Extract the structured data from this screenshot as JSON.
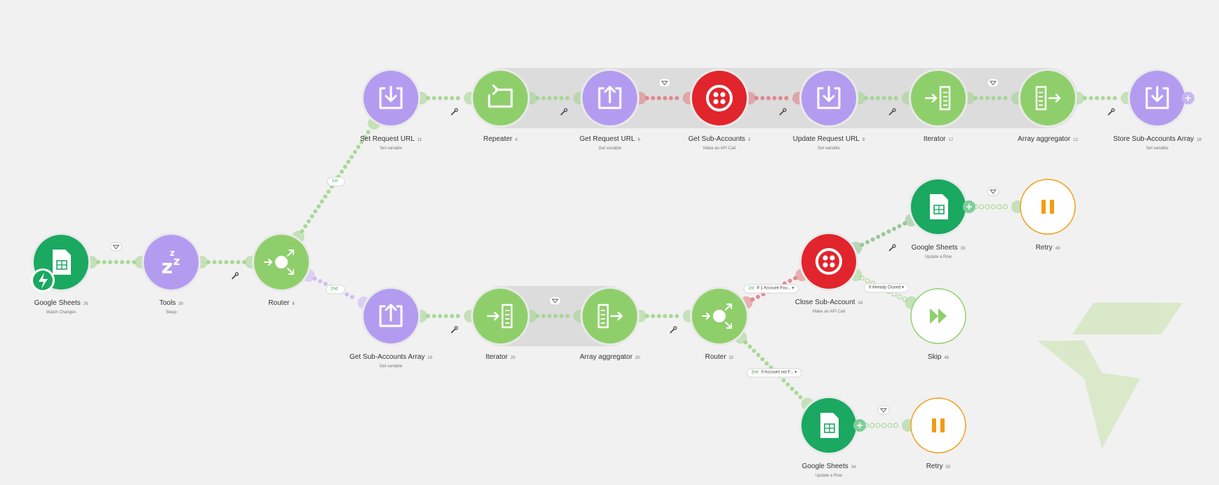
{
  "modules": [
    {
      "key": "m26",
      "title": "Google Sheets",
      "num": "26",
      "sub": "Watch Changes",
      "icon": "google-sheets-icon",
      "color": "#1ba861",
      "trigger": true
    },
    {
      "key": "m30",
      "title": "Tools",
      "num": "30",
      "sub": "Sleep",
      "icon": "sleep-icon",
      "color": "#b39cf0"
    },
    {
      "key": "m8",
      "title": "Router",
      "num": "8",
      "sub": "",
      "icon": "router-icon",
      "color": "#8fcf6b"
    },
    {
      "key": "m11",
      "title": "Set Request URL",
      "num": "11",
      "sub": "Set variable",
      "icon": "set-variable-icon",
      "color": "#b39cf0"
    },
    {
      "key": "m4",
      "title": "Repeater",
      "num": "4",
      "sub": "",
      "icon": "repeater-icon",
      "color": "#8fcf6b"
    },
    {
      "key": "m6",
      "title": "Get Request URL",
      "num": "6",
      "sub": "Get variable",
      "icon": "get-variable-icon",
      "color": "#b39cf0"
    },
    {
      "key": "m3",
      "title": "Get Sub-Accounts",
      "num": "3",
      "sub": "Make an API Call",
      "icon": "twilio-icon",
      "color": "#e2242c"
    },
    {
      "key": "m8b",
      "title": "Update Request URL",
      "num": "8",
      "sub": "Set variable",
      "icon": "set-variable-icon",
      "color": "#b39cf0"
    },
    {
      "key": "m17",
      "title": "Iterator",
      "num": "17",
      "sub": "",
      "icon": "iterator-icon",
      "color": "#8fcf6b"
    },
    {
      "key": "m12",
      "title": "Array aggregator",
      "num": "12",
      "sub": "",
      "icon": "aggregator-icon",
      "color": "#8fcf6b"
    },
    {
      "key": "m18",
      "title": "Store Sub-Accounts Array",
      "num": "18",
      "sub": "Set variable",
      "icon": "set-variable-icon",
      "color": "#b39cf0"
    },
    {
      "key": "m19",
      "title": "Get Sub-Accounts Array",
      "num": "19",
      "sub": "Get variable",
      "icon": "get-variable-icon",
      "color": "#b39cf0"
    },
    {
      "key": "m20",
      "title": "Iterator",
      "num": "20",
      "sub": "",
      "icon": "iterator-icon",
      "color": "#8fcf6b"
    },
    {
      "key": "m30b",
      "title": "Array aggregator",
      "num": "30",
      "sub": "",
      "icon": "aggregator-icon",
      "color": "#8fcf6b"
    },
    {
      "key": "m32",
      "title": "Router",
      "num": "32",
      "sub": "",
      "icon": "router-icon",
      "color": "#8fcf6b"
    },
    {
      "key": "m24",
      "title": "Close Sub-Account",
      "num": "24",
      "sub": "Make an API Call",
      "icon": "twilio-icon",
      "color": "#e2242c"
    },
    {
      "key": "m33",
      "title": "Google Sheets",
      "num": "33",
      "sub": "Update a Row",
      "icon": "google-sheets-icon",
      "color": "#1ba861"
    },
    {
      "key": "m49",
      "title": "Retry",
      "num": "49",
      "sub": "",
      "icon": "pause-icon",
      "color": "#f39c12",
      "ring": true
    },
    {
      "key": "m48",
      "title": "Skip",
      "num": "48",
      "sub": "",
      "icon": "skip-icon",
      "color": "#8fcf6b",
      "ring": true
    },
    {
      "key": "m34",
      "title": "Google Sheets",
      "num": "34",
      "sub": "Update a Row",
      "icon": "google-sheets-icon",
      "color": "#1ba861"
    },
    {
      "key": "m50",
      "title": "Retry",
      "num": "50",
      "sub": "",
      "icon": "pause-icon",
      "color": "#f39c12",
      "ring": true
    }
  ],
  "route_labels": [
    {
      "key": "r1",
      "order": "1st",
      "text": ""
    },
    {
      "key": "r2",
      "order": "2nd",
      "text": ""
    },
    {
      "key": "r3",
      "order": "1st",
      "text": "If 1 Account Fou..."
    },
    {
      "key": "r4",
      "order": "",
      "text": "If Already Closed"
    },
    {
      "key": "r5",
      "order": "2nd",
      "text": "If Account not F..."
    }
  ],
  "colors": {
    "purple": "#b39cf0",
    "green": "#8fcf6b",
    "red": "#e2242c",
    "sheets": "#1ba861",
    "orange": "#f39c12",
    "bg": "#f1f1f1"
  }
}
